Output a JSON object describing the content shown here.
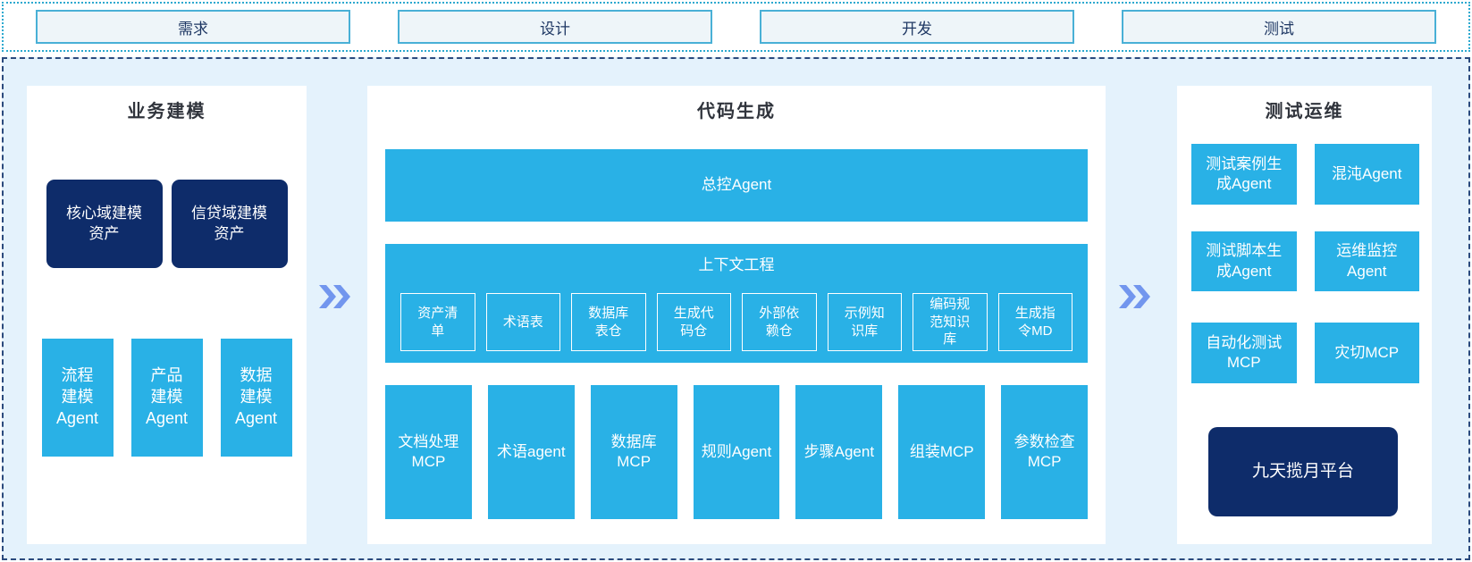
{
  "phases": [
    {
      "label": "需求"
    },
    {
      "label": "设计"
    },
    {
      "label": "开发"
    },
    {
      "label": "测试"
    }
  ],
  "business": {
    "title": "业务建模",
    "assets": [
      "核心域建模资产",
      "信贷域建模资产"
    ],
    "agents": [
      "流程建模Agent",
      "产品建模Agent",
      "数据建模Agent"
    ]
  },
  "codegen": {
    "title": "代码生成",
    "master_agent": "总控Agent",
    "context": {
      "title": "上下文工程",
      "items": [
        "资产清单",
        "术语表",
        "数据库表仓",
        "生成代码仓",
        "外部依赖仓",
        "示例知识库",
        "编码规范知识库",
        "生成指令MD"
      ]
    },
    "tools": [
      "文档处理MCP",
      "术语agent",
      "数据库MCP",
      "规则Agent",
      "步骤Agent",
      "组装MCP",
      "参数检查MCP"
    ]
  },
  "testops": {
    "title": "测试运维",
    "boxes": [
      "测试案例生成Agent",
      "混沌Agent",
      "测试脚本生成Agent",
      "运维监控Agent",
      "自动化测试MCP",
      "灾切MCP"
    ],
    "platform": "九天揽月平台"
  },
  "icons": {
    "flow_arrow": "double-chevron-right"
  },
  "colors": {
    "cyan": "#29b1e6",
    "navy": "#0e2c6a",
    "section_bg": "#e4f2fc",
    "chevron": "#7296ee",
    "phase_border": "#49b0d6",
    "dashed_border": "#2b4a7d",
    "dotted_border": "#2ca9cf"
  }
}
